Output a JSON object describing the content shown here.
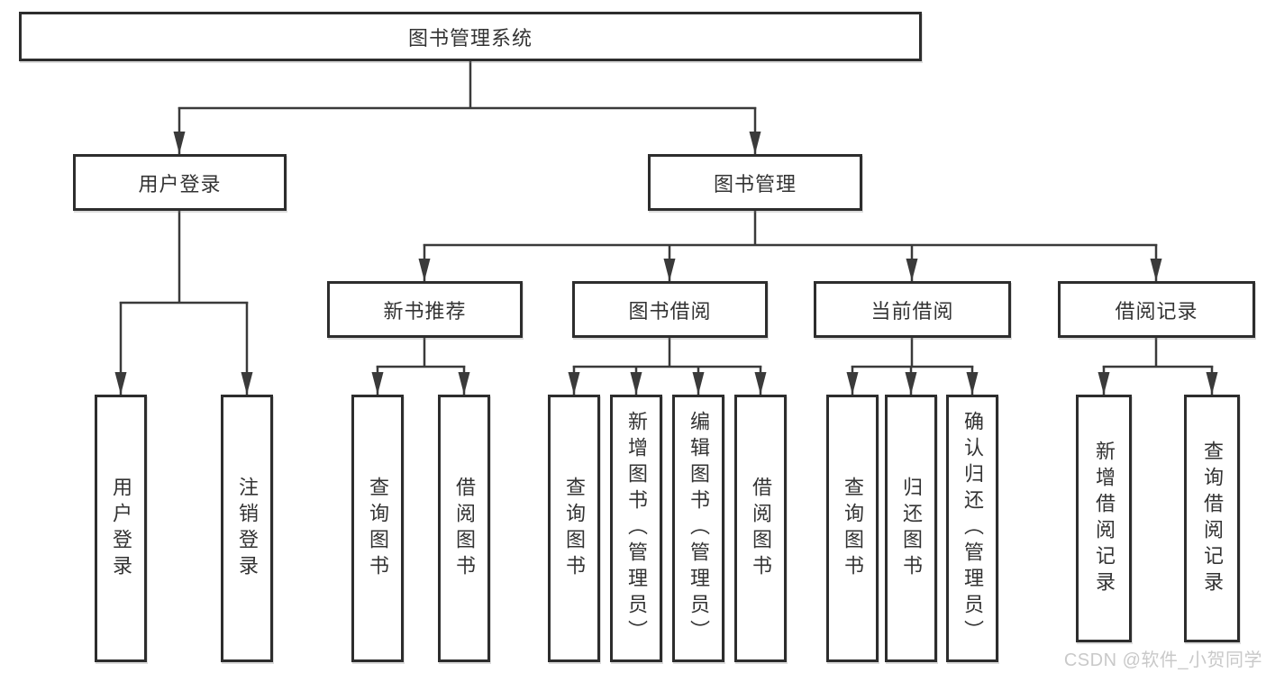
{
  "diagram": {
    "nodes": {
      "root": "图书管理系统",
      "user_login": "用户登录",
      "book_mgmt": "图书管理",
      "new_book_rec": "新书推荐",
      "book_borrow": "图书借阅",
      "current_borrow": "当前借阅",
      "borrow_record": "借阅记录",
      "leaf_user_login": "用户登录",
      "leaf_logout": "注销登录",
      "leaf_query_book_rec": "查询图书",
      "leaf_borrow_book_rec": "借阅图书",
      "leaf_query_book_borrow": "查询图书",
      "leaf_add_book_admin": "新增图书（管理员）",
      "leaf_edit_book_admin": "编辑图书（管理员）",
      "leaf_borrow_book_borrow": "借阅图书",
      "leaf_query_book_current": "查询图书",
      "leaf_return_book": "归还图书",
      "leaf_confirm_return_admin": "确认归还（管理员）",
      "leaf_add_borrow_record": "新增借阅记录",
      "leaf_query_borrow_record": "查询借阅记录"
    },
    "watermark": "CSDN @软件_小贺同学",
    "colors": {
      "line": "#3a3a3a",
      "box_border": "#2d2d2d",
      "box_fill": "#ffffff",
      "text": "#333333",
      "watermark_text": "#c9c9c9",
      "background": "#ffffff"
    }
  }
}
